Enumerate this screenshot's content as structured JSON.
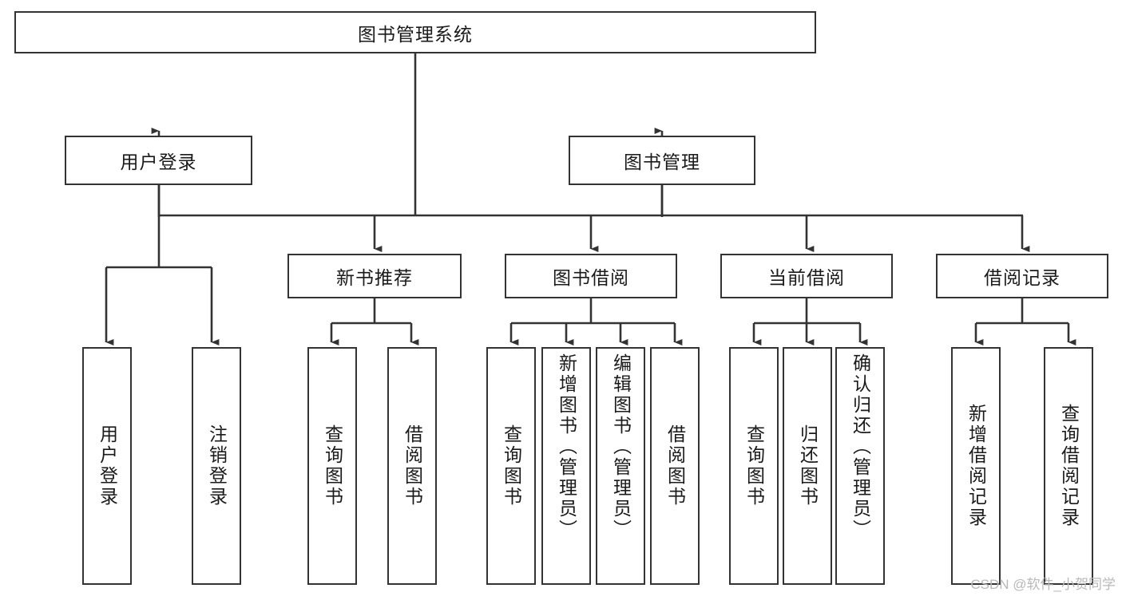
{
  "diagram": {
    "title": "图书管理系统",
    "watermark": "CSDN @软件_小贺同学",
    "level2": {
      "user_login": "用户登录",
      "book_manage": "图书管理"
    },
    "level3": {
      "new_book": "新书推荐",
      "borrow": "图书借阅",
      "current": "当前借阅",
      "records": "借阅记录"
    },
    "leaves": {
      "user_login_1": "用户登录",
      "user_login_2": "注销登录",
      "new_book_1": "查询图书",
      "new_book_2": "借阅图书",
      "borrow_1": "查询图书",
      "borrow_2": "新增图书（管理员）",
      "borrow_3": "编辑图书（管理员）",
      "borrow_4": "借阅图书",
      "current_1": "查询图书",
      "current_2": "归还图书",
      "current_3": "确认归还（管理员）",
      "records_1": "新增借阅记录",
      "records_2": "查询借阅记录"
    }
  }
}
